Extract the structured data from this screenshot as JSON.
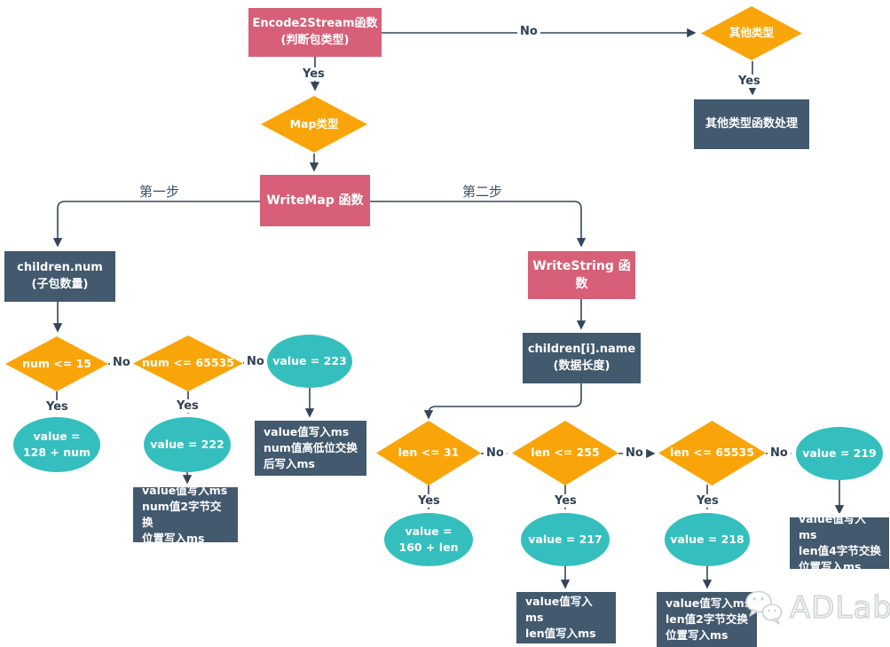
{
  "edge_labels": {
    "yes": "Yes",
    "no": "No",
    "step1": "第一步",
    "step2": "第二步"
  },
  "colors": {
    "pink": "#d75f77",
    "orange": "#f9a50a",
    "teal": "#34bfbe",
    "slate": "#42596e",
    "line": "#33455b",
    "watermark_gray": "#ccd1d2"
  },
  "nodes": {
    "encode": {
      "text": "Encode2Stream函数\n(判断包类型)"
    },
    "other_type": {
      "text": "其他类型"
    },
    "other_handler": {
      "text": "其他类型函数处理"
    },
    "map_type": {
      "text": "Map类型"
    },
    "write_map": {
      "text": "WriteMap 函数"
    },
    "children_num": {
      "text": "children.num\n(子包数量)"
    },
    "num_le_15": {
      "text": "num <= 15"
    },
    "num_le_65535": {
      "text": "num <= 65535"
    },
    "value_223": {
      "text": "value = 223"
    },
    "value_128_num": {
      "text": "value =\n128 + num"
    },
    "value_222": {
      "text": "value = 222"
    },
    "box_num_hilo": {
      "text": "value值写入ms\nnum值高低位交换\n后写入ms"
    },
    "box_num_2byte": {
      "text": "value值写入ms\nnum值2字节交换\n位置写入ms"
    },
    "write_string": {
      "text": "WriteString 函数"
    },
    "children_name": {
      "text": "children[i].name\n(数据长度)"
    },
    "len_le_31": {
      "text": "len <= 31"
    },
    "len_le_255": {
      "text": "len <= 255"
    },
    "len_le_65535": {
      "text": "len <= 65535"
    },
    "value_219": {
      "text": "value = 219"
    },
    "value_160_len": {
      "text": "value =\n160 + len"
    },
    "value_217": {
      "text": "value = 217"
    },
    "value_218": {
      "text": "value = 218"
    },
    "box_len_write": {
      "text": "value值写入ms\nlen值写入ms"
    },
    "box_len_2byte": {
      "text": "value值写入ms\nlen值2字节交换\n位置写入ms"
    },
    "box_len_4byte": {
      "text": "value值写入ms\nlen值4字节交换\n位置写入ms"
    }
  },
  "watermark": {
    "label": "ADLab"
  }
}
